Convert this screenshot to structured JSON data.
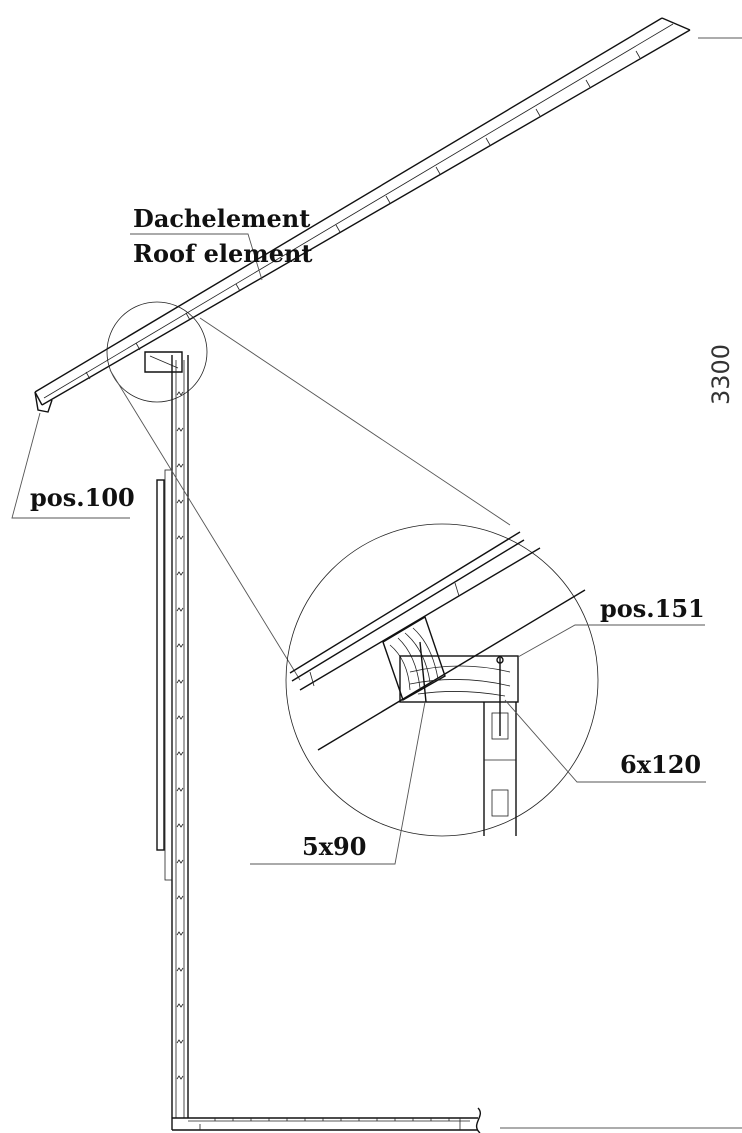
{
  "labels": {
    "roof_de": "Dachelement",
    "roof_en": "Roof element",
    "pos_100": "pos.100",
    "pos_151": "pos.151",
    "screw_6x120": "6x120",
    "screw_5x90": "5x90"
  },
  "dimension": {
    "height": "3300"
  }
}
